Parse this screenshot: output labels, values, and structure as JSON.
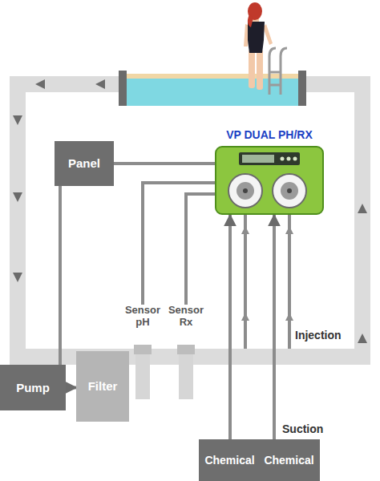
{
  "diagram": {
    "nodes": [
      {
        "text": [
          "Panel"
        ]
      },
      {
        "text": [
          "VP DUAL PH/RX"
        ]
      },
      {
        "text": [
          "Pump"
        ]
      },
      {
        "text": [
          "Filter"
        ]
      },
      {
        "text": [
          "Sensor pH"
        ]
      },
      {
        "text": [
          "Sensor Rx"
        ]
      },
      {
        "text": [
          "Chemical"
        ]
      },
      {
        "text": [
          "Chemical"
        ]
      }
    ],
    "edges": [
      {
        "from": 0,
        "to": 1,
        "arrow": "none"
      },
      {
        "from": 1,
        "to": 4,
        "arrow": "none"
      },
      {
        "from": 1,
        "to": 5,
        "arrow": "none"
      },
      {
        "from": 2,
        "to": 0,
        "arrow": "none"
      },
      {
        "from": 2,
        "to": 3,
        "arrow": "to"
      },
      {
        "from": 6,
        "to": 1,
        "arrow": "to"
      },
      {
        "from": 7,
        "to": 1,
        "arrow": "to"
      }
    ],
    "labels": [
      "Injection",
      "Suction"
    ]
  }
}
